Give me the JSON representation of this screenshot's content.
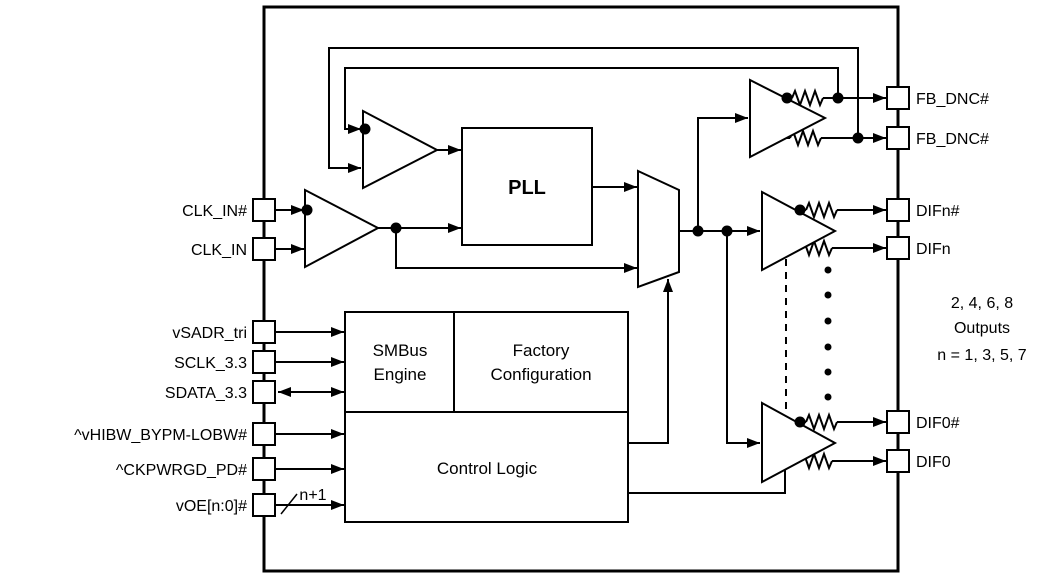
{
  "colors": {
    "ink": "#000000",
    "paper": "#ffffff"
  },
  "chip": {
    "blocks": {
      "pll": "PLL",
      "smbus": {
        "line1": "SMBus",
        "line2": "Engine"
      },
      "factory": {
        "line1": "Factory",
        "line2": "Configuration"
      },
      "control": "Control Logic"
    },
    "pins": {
      "left": [
        {
          "label": "CLK_IN#"
        },
        {
          "label": "CLK_IN"
        },
        {
          "label": "vSADR_tri"
        },
        {
          "label": "SCLK_3.3"
        },
        {
          "label": "SDATA_3.3"
        },
        {
          "label": "^vHIBW_BYPM-LOBW#"
        },
        {
          "label": "^CKPWRGD_PD#"
        },
        {
          "label": "vOE[n:0]#"
        }
      ],
      "right": [
        {
          "label": "FB_DNC#"
        },
        {
          "label": "FB_DNC#"
        },
        {
          "label": "DIFn#"
        },
        {
          "label": "DIFn"
        },
        {
          "label": "DIF0#"
        },
        {
          "label": "DIF0"
        }
      ]
    },
    "annotations": {
      "bus_width": "n+1",
      "outputs_note": {
        "line1": "2, 4, 6, 8",
        "line2": "Outputs",
        "line3": "n = 1, 3, 5, 7"
      }
    }
  }
}
